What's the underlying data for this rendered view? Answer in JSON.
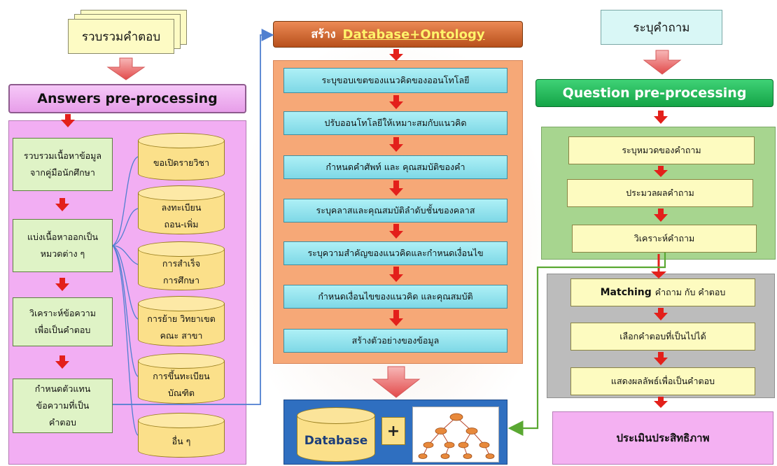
{
  "left": {
    "collect_answers": "รวบรวมคำตอบ",
    "header": "Answers pre-processing",
    "steps": [
      "รวบรวมเนื้อหาข้อมูล จากคู่มือนักศึกษา",
      "แบ่งเนื้อหาออกเป็น หมวดต่าง ๆ",
      "วิเคราะห์ข้อความ เพื่อเป็นคำตอบ",
      "กำหนดตัวแทน ข้อความที่เป็น คำตอบ"
    ],
    "categories": [
      "ขอเปิดรายวิชา",
      "ลงทะเบียน ถอน-เพิ่ม",
      "การสำเร็จ การศึกษา",
      "การย้าย วิทยาเขต คณะ สาขา",
      "การขึ้นทะเบียน บัณฑิต",
      "อื่น ๆ"
    ]
  },
  "middle": {
    "header_prefix": "สร้าง",
    "header_db": "Database+Ontology",
    "steps": [
      "ระบุขอบเขตของแนวคิดของออนโทโลยี",
      "ปรับออนโทโลยีให้เหมาะสมกับแนวคิด",
      "กำหนดคำศัพท์ และ คุณสมบัติของคำ",
      "ระบุคลาสและคุณสมบัติลำดับชั้นของคลาส",
      "ระบุความสำคัญของแนวคิดและกำหนดเงื่อนไข",
      "กำหนดเงื่อนไขของแนวคิด และคุณสมบัติ",
      "สร้างตัวอย่างของข้อมูล"
    ],
    "database_label": "Database",
    "plus": "+"
  },
  "right": {
    "identify_question": "ระบุคำถาม",
    "header": "Question pre-processing",
    "steps_green": [
      "ระบุหมวดของคำถาม",
      "ประมวลผลคำถาม",
      "วิเคราะห์คำถาม"
    ],
    "matching_bold": "Matching",
    "matching_rest": "คำถาม กับ คำตอบ",
    "steps_grey": [
      "เลือกคำตอบที่เป็นไปได้",
      "แสดงผลลัพธ์เพื่อเป็นคำตอบ"
    ],
    "evaluate": "ประเมินประสิทธิภาพ"
  },
  "colors": {
    "arrow_red": "#e3201b",
    "connector_blue": "#4f7fd0",
    "connector_green": "#5aa832"
  }
}
